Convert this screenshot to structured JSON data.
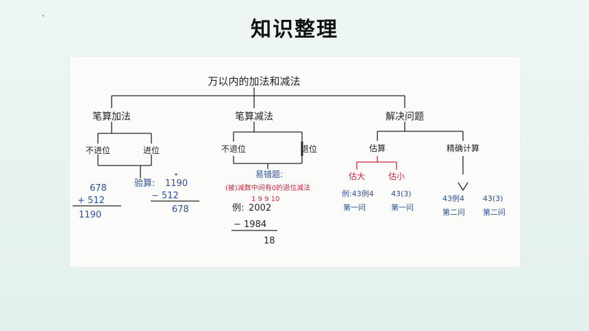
{
  "slide": {
    "title": "知识整理"
  },
  "mindmap": {
    "root": "万以内的加法和减法",
    "branches": [
      {
        "label": "笔算加法",
        "children": [
          "不进位",
          "进位"
        ],
        "example": {
          "addend1": "678",
          "addend2": "+ 512",
          "sum": "1190",
          "check_label": "验算:",
          "check_top": "1190",
          "check_sub": "− 512",
          "check_result": "678"
        }
      },
      {
        "label": "笔算减法",
        "children": [
          "不退位",
          "退位"
        ],
        "error_note": {
          "heading": "易错题:",
          "desc": "(被)减数中间有0的退位减法",
          "marks": "1 9 9 10",
          "label": "例:",
          "top": "2002",
          "sub": "− 1984",
          "result": "18"
        }
      },
      {
        "label": "解决问题",
        "children": [
          "估算",
          "精确计算"
        ],
        "estimate": [
          "估大",
          "估小"
        ],
        "refs": [
          {
            "line1": "例:43例4",
            "line2": "第一问"
          },
          {
            "line1": "43(3)",
            "line2": "第一问"
          },
          {
            "line1": "43例4",
            "line2": "第二问"
          },
          {
            "line1": "43(3)",
            "line2": "第二问"
          }
        ]
      }
    ]
  },
  "colors": {
    "ink": "#222222",
    "blue_ink": "#2c4f9a",
    "red_ink": "#d0213f",
    "background": "#e6f2f0"
  }
}
